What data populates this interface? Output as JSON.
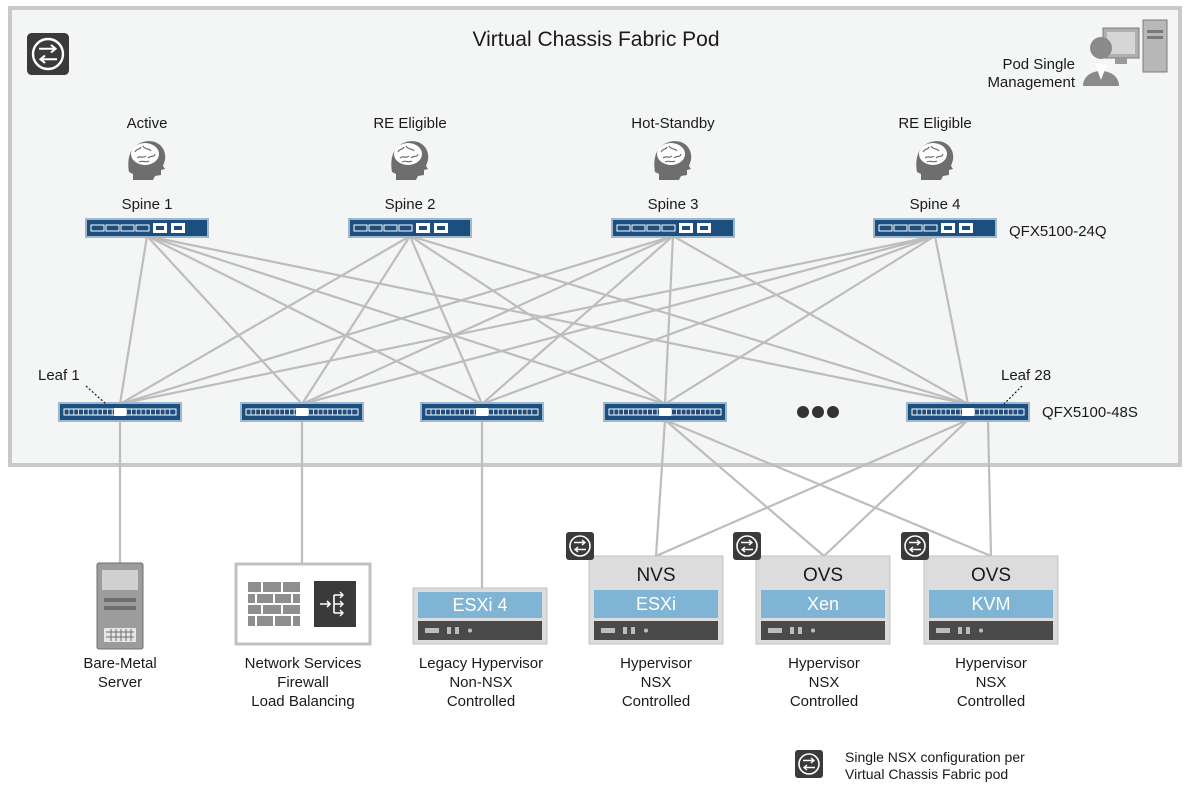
{
  "title": "Virtual Chassis Fabric Pod",
  "management": {
    "line1": "Pod Single",
    "line2": "Management"
  },
  "colors": {
    "pod_bg": "#f4f5f5",
    "pod_border": "#c9c9c9",
    "switch_blue": "#1c4e7e",
    "link_gray": "#bdbdbd",
    "vm_blue": "#7fb4d4",
    "vm_gray": "#dcdcdc",
    "icon_dark": "#3a3a3a"
  },
  "spines": [
    {
      "role": "Active",
      "label": "Spine 1"
    },
    {
      "role": "RE Eligible",
      "label": "Spine 2"
    },
    {
      "role": "Hot-Standby",
      "label": "Spine 3"
    },
    {
      "role": "RE Eligible",
      "label": "Spine 4"
    }
  ],
  "spine_model": "QFX5100-24Q",
  "leaf_first_label": "Leaf 1",
  "leaf_last_label": "Leaf 28",
  "leaf_model": "QFX5100-48S",
  "hosts": {
    "bare_metal": {
      "line1": "Bare-Metal",
      "line2": "Server"
    },
    "network_services": {
      "line1": "Network Services",
      "line2": "Firewall",
      "line3": "Load Balancing"
    },
    "legacy": {
      "hypervisor": "ESXi 4",
      "line1": "Legacy Hypervisor",
      "line2": "Non-NSX",
      "line3": "Controlled"
    },
    "nsx": [
      {
        "switch": "NVS",
        "hypervisor": "ESXi",
        "line1": "Hypervisor",
        "line2": "NSX",
        "line3": "Controlled"
      },
      {
        "switch": "OVS",
        "hypervisor": "Xen",
        "line1": "Hypervisor",
        "line2": "NSX",
        "line3": "Controlled"
      },
      {
        "switch": "OVS",
        "hypervisor": "KVM",
        "line1": "Hypervisor",
        "line2": "NSX",
        "line3": "Controlled"
      }
    ]
  },
  "legend": {
    "line1": "Single NSX configuration per",
    "line2": "Virtual Chassis Fabric pod"
  }
}
